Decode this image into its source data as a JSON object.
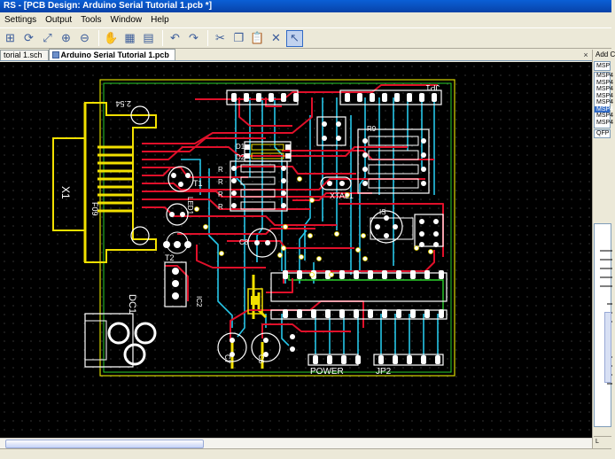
{
  "window": {
    "title": "RS - [PCB Design: Arduino Serial Tutorial 1.pcb *]"
  },
  "menu": [
    {
      "label": "Settings",
      "key": "S"
    },
    {
      "label": "Output",
      "key": "O"
    },
    {
      "label": "Tools",
      "key": "T"
    },
    {
      "label": "Window",
      "key": "W"
    },
    {
      "label": "Help",
      "key": "H"
    }
  ],
  "toolbar": {
    "icons": [
      "snap-grid-icon",
      "refresh-icon",
      "zoom-fit-icon",
      "zoom-in-icon",
      "zoom-out-icon",
      "pan-hand-icon",
      "grid-icon",
      "layers-icon",
      "undo-icon",
      "redo-icon",
      "cut-icon",
      "copy-icon",
      "paste-icon",
      "delete-icon",
      "select-arrow-icon"
    ],
    "active_icon": "select-arrow-icon"
  },
  "tabs": [
    {
      "label": "torial 1.sch",
      "active": false
    },
    {
      "label": "Arduino Serial Tutorial 1.pcb",
      "active": true
    }
  ],
  "tab_close": "×",
  "right_panel": {
    "header": "Add C",
    "select": "MSP",
    "items": [
      "MSP4",
      "MSP4",
      "MSP4",
      "MSP4",
      "MSP4",
      "MSP4",
      "MSP4",
      "MSP4"
    ],
    "selected_index": 5,
    "field": "QFP",
    "bottom": "L"
  },
  "pcb": {
    "labels": {
      "x1": "X1",
      "f09": "F09",
      "pitch": "2.54",
      "t1": "T1",
      "led1": "LED1",
      "t2": "T2",
      "dc1": "DC1",
      "ic2": "IC2",
      "c8": "C8",
      "c7": "C7",
      "c6": "C6",
      "xtal1": "XTAL1",
      "power": "POWER",
      "jp2": "JP2",
      "jp1": "JP1",
      "r9": "R9",
      "is": "IS",
      "d1": "D1",
      "d2": "D2",
      "r": "R"
    },
    "colors": {
      "board": "#000000",
      "outline": "#d8d800",
      "inner_outline": "#2ad02a",
      "top_copper": "#e0102a",
      "bottom_copper": "#26c6e8",
      "silkscreen": "#ffffff",
      "pads": "#ffffff",
      "yellow_copper": "#f2e000"
    }
  }
}
